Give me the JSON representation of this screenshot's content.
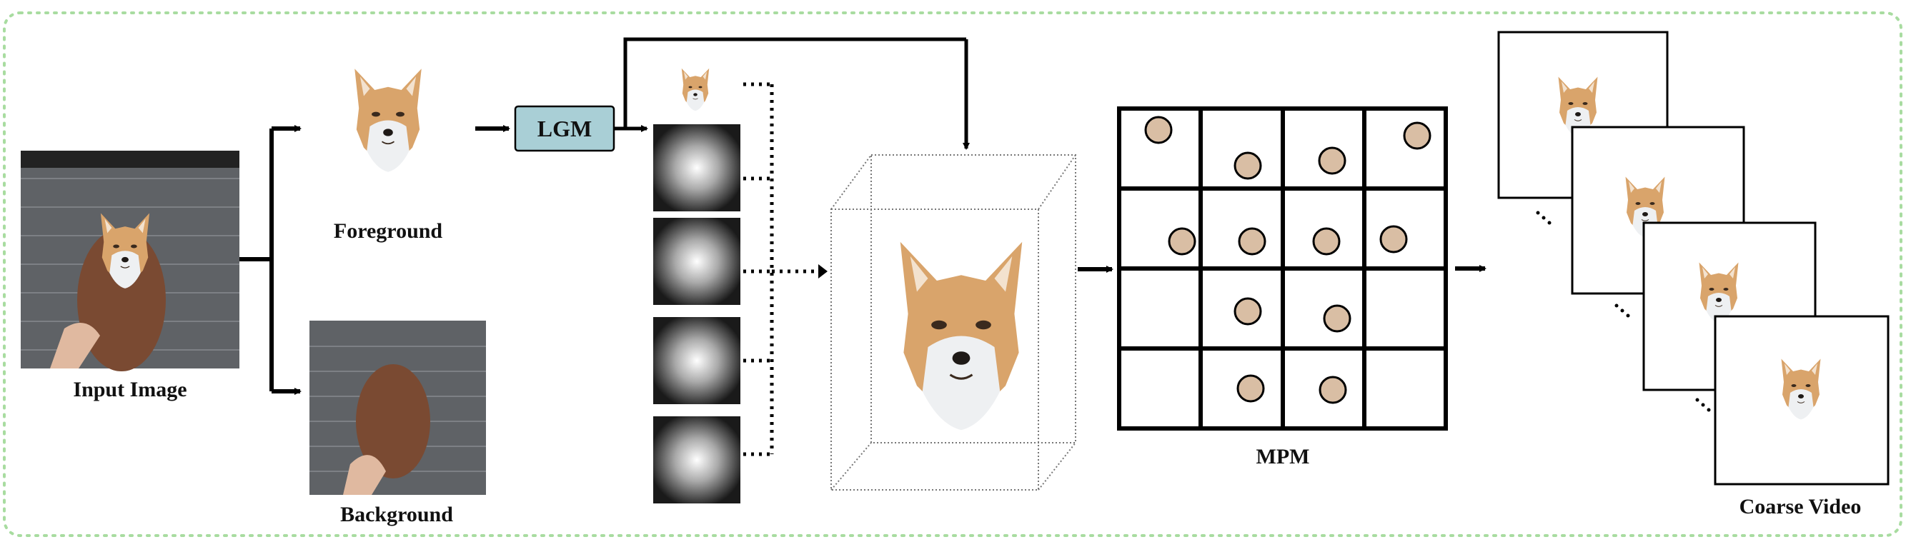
{
  "labels": {
    "input_image": "Input Image",
    "foreground": "Foreground",
    "background": "Background",
    "lgm": "LGM",
    "mpm": "MPM",
    "coarse_video": "Coarse Video"
  },
  "colors": {
    "frame_border": "#a8dca0",
    "lgm_fill": "#a9cfd6",
    "particle_fill": "#d9bea4",
    "wall": "#5f6266",
    "plaque": "#7a4a32",
    "fox_orange": "#d9a46b",
    "fox_white": "#eef0f2",
    "arrow": "#000000"
  },
  "mpm_grid": {
    "rows": 4,
    "cols": 4
  },
  "depth_maps": {
    "count": 4
  },
  "video_frames": {
    "count": 4
  },
  "icons": [
    "fox-image",
    "wall-background-image",
    "depth-map",
    "bounding-box-3d",
    "particle",
    "video-frame"
  ]
}
